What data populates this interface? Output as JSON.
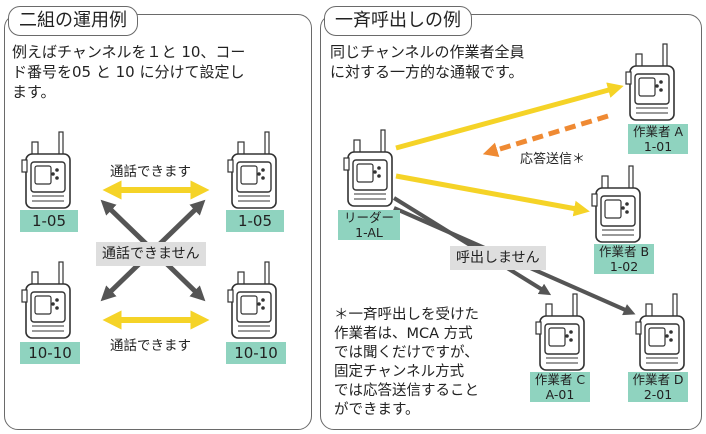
{
  "left_panel": {
    "title": "二組の運用例",
    "description": [
      "例えばチャンネルを１と 10、コー",
      "ド番号を05 と 10 に分けて設定し",
      "ます。"
    ],
    "radio_labels": [
      "1-05",
      "1-05",
      "10-10",
      "10-10"
    ],
    "can_talk_top": "通話できます",
    "cannot_talk": "通話できません",
    "can_talk_bottom": "通話できます"
  },
  "right_panel": {
    "title": "一斉呼出しの例",
    "description": [
      "同じチャンネルの作業者全員",
      "に対する一方的な通報です。"
    ],
    "leader": {
      "line1": "リーダー",
      "line2": "1-AL"
    },
    "workers": [
      {
        "line1": "作業者 A",
        "line2": "1-01"
      },
      {
        "line1": "作業者 B",
        "line2": "1-02"
      },
      {
        "line1": "作業者 C",
        "line2": "A-01"
      },
      {
        "line1": "作業者 D",
        "line2": "2-01"
      }
    ],
    "reply_label": "応答送信＊",
    "no_call_label": "呼出しません",
    "footnote": [
      "＊一斉呼出しを受けた",
      "作業者は、MCA 方式",
      "では聞くだけですが、",
      "固定チャンネル方式",
      "では応答送信すること",
      "ができます。"
    ]
  },
  "colors": {
    "yellow": "#f5d327",
    "orange": "#ef8a33",
    "dark_arrow": "#555555",
    "label_green": "#8fd3bf",
    "gray_box": "#dedede"
  }
}
